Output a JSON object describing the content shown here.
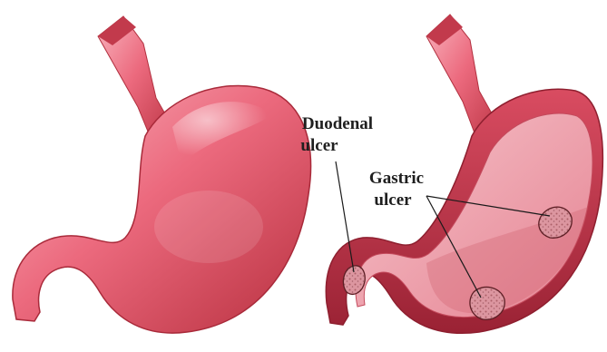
{
  "labels": {
    "duodenal_line1": "Duodenal",
    "duodenal_line2": "ulcer",
    "gastric_line1": "Gastric",
    "gastric_line2": "ulcer"
  },
  "colors": {
    "stomach_base": "#e8546a",
    "stomach_light": "#f6a0ad",
    "stomach_dark": "#a8283c",
    "interior": "#f0b2bb",
    "ulcer_fill": "#d98c93",
    "ulcer_edge": "#5c1e24",
    "leader_line": "#1a1a1a"
  }
}
